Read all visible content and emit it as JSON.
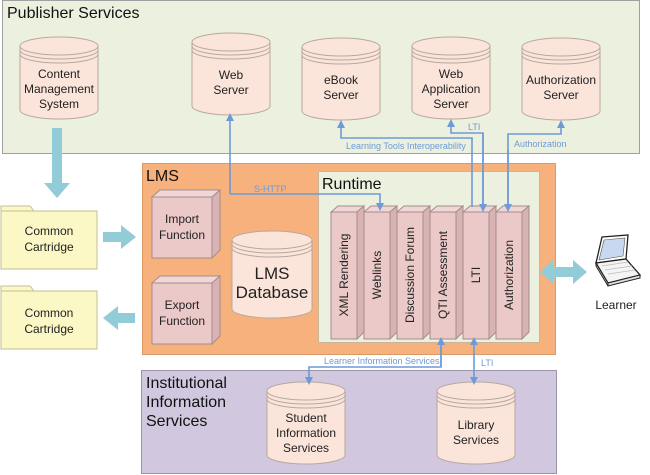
{
  "colors": {
    "publisher_bg": "#ebf0df",
    "lms_bg": "#f6b17c",
    "runtime_bg": "#ebf0df",
    "institutional_bg": "#d1c7df",
    "cylinder_fill": "#fbe5da",
    "box_fill": "#ebc9c9",
    "folder_fill": "#fbf8c6",
    "connector": "#6f9ad8",
    "block_arrow": "#92ccd8"
  },
  "publisher_services": {
    "title": "Publisher Services",
    "servers": [
      {
        "id": "cms",
        "label": "Content\nManagement\nSystem"
      },
      {
        "id": "web-server",
        "label": "Web\nServer"
      },
      {
        "id": "ebook-server",
        "label": "eBook\nServer"
      },
      {
        "id": "web-app-server",
        "label": "Web\nApplication\nServer"
      },
      {
        "id": "authorization-server",
        "label": "Authorization\nServer"
      }
    ]
  },
  "cartridges": [
    {
      "label": "Common\nCartridge"
    },
    {
      "label": "Common\nCartridge"
    }
  ],
  "lms": {
    "title": "LMS",
    "import_function": "Import\nFunction",
    "export_function": "Export\nFunction",
    "database": "LMS\nDatabase",
    "runtime": {
      "title": "Runtime",
      "modules": [
        "XML Rendering",
        "Weblinks",
        "Discussion Forum",
        "QTI Assessment",
        "LTI",
        "Authorization"
      ]
    }
  },
  "learner": {
    "label": "Learner",
    "icon": "laptop-icon"
  },
  "institutional": {
    "title": "Institutional\nInformation\nServices",
    "services": [
      {
        "id": "student-info",
        "label": "Student\nInformation\nServices"
      },
      {
        "id": "library",
        "label": "Library\nServices"
      }
    ]
  },
  "connections": {
    "s_http": "S-HTTP",
    "lti_tools": "Learning Tools Interoperability",
    "lti_top": "LTI",
    "authorization": "Authorization",
    "learner_info": "Learner Information Services",
    "lti_bottom": "LTI"
  }
}
